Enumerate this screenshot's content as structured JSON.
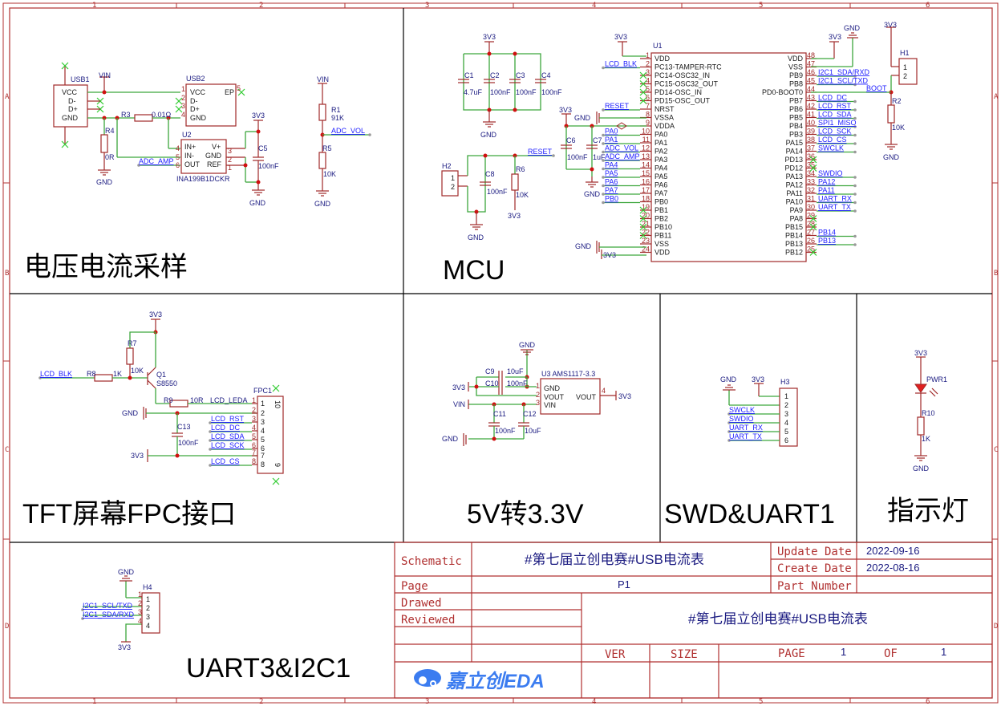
{
  "ruler": {
    "columns": [
      "1",
      "2",
      "3",
      "4",
      "5",
      "6"
    ],
    "rows": [
      "A",
      "B",
      "C",
      "D"
    ]
  },
  "sections": {
    "voltage_current": "电压电流采样",
    "mcu": "MCU",
    "tft": "TFT屏幕FPC接口",
    "ldo": "5V转3.3V",
    "swd": "SWD&UART1",
    "indicator": "指示灯",
    "uart3": "UART3&I2C1"
  },
  "power": {
    "vin": "VIN",
    "v3": "3V3",
    "gnd": "GND"
  },
  "sampling": {
    "usb1": {
      "ref": "USB1",
      "pins": [
        "VCC",
        "D-",
        "D+",
        "GND"
      ]
    },
    "usb2": {
      "ref": "USB2",
      "pins": [
        "VCC",
        "D-",
        "D+",
        "GND"
      ],
      "ep": "EP",
      "pin_nums": [
        "1",
        "2",
        "3",
        "4",
        "5"
      ]
    },
    "r3": {
      "ref": "R3",
      "value": "0.01Ω"
    },
    "r4": {
      "ref": "R4",
      "value": "0R"
    },
    "u2": {
      "ref": "U2",
      "part": "INA199B1DCKR",
      "left_pins": [
        "IN+",
        "IN-",
        "OUT"
      ],
      "right_pins": [
        "V+",
        "GND",
        "REF"
      ],
      "left_nums": [
        "4",
        "5",
        "6"
      ],
      "right_nums": [
        "3",
        "2",
        "1"
      ]
    },
    "c5": {
      "ref": "C5",
      "value": "100nF"
    },
    "adc_amp": "ADC_AMP",
    "r1": {
      "ref": "R1",
      "value": "91K"
    },
    "r5": {
      "ref": "R5",
      "value": "10K"
    },
    "adc_vol": "ADC_VOL"
  },
  "mcu": {
    "u1": "U1",
    "caps": [
      {
        "ref": "C1",
        "value": "4.7uF"
      },
      {
        "ref": "C2",
        "value": "100nF"
      },
      {
        "ref": "C3",
        "value": "100nF"
      },
      {
        "ref": "C4",
        "value": "100nF"
      }
    ],
    "c6": {
      "ref": "C6",
      "value": "100nF"
    },
    "c7": {
      "ref": "C7",
      "value": "1uF"
    },
    "c8": {
      "ref": "C8",
      "value": "100nF"
    },
    "r6": {
      "ref": "R6",
      "value": "10K"
    },
    "r2": {
      "ref": "R2",
      "value": "10K"
    },
    "h1": "H1",
    "h2": "H2",
    "reset": "RESET",
    "boot": "BOOT",
    "left_pins": [
      {
        "num": "1",
        "name": "VDD",
        "net": ""
      },
      {
        "num": "2",
        "name": "PC13-TAMPER-RTC",
        "net": "LCD_BLK"
      },
      {
        "num": "3",
        "name": "PC14-OSC32_IN",
        "net": ""
      },
      {
        "num": "4",
        "name": "PC15-OSC32_OUT",
        "net": ""
      },
      {
        "num": "5",
        "name": "PD14-OSC_IN",
        "net": ""
      },
      {
        "num": "6",
        "name": "PD15-OSC_OUT",
        "net": ""
      },
      {
        "num": "7",
        "name": "NRST",
        "net": "RESET"
      },
      {
        "num": "8",
        "name": "VSSA",
        "net": ""
      },
      {
        "num": "9",
        "name": "VDDA",
        "net": ""
      },
      {
        "num": "10",
        "name": "PA0",
        "net": "PA0"
      },
      {
        "num": "11",
        "name": "PA1",
        "net": "PA1"
      },
      {
        "num": "12",
        "name": "PA2",
        "net": "ADC_VOL"
      },
      {
        "num": "13",
        "name": "PA3",
        "net": "ADC_AMP"
      },
      {
        "num": "14",
        "name": "PA4",
        "net": "PA4"
      },
      {
        "num": "15",
        "name": "PA5",
        "net": "PA5"
      },
      {
        "num": "16",
        "name": "PA6",
        "net": "PA6"
      },
      {
        "num": "17",
        "name": "PA7",
        "net": "PA7"
      },
      {
        "num": "18",
        "name": "PB0",
        "net": "PB0"
      },
      {
        "num": "19",
        "name": "PB1",
        "net": ""
      },
      {
        "num": "20",
        "name": "PB2",
        "net": ""
      },
      {
        "num": "21",
        "name": "PB10",
        "net": ""
      },
      {
        "num": "22",
        "name": "PB11",
        "net": ""
      },
      {
        "num": "23",
        "name": "VSS",
        "net": ""
      },
      {
        "num": "24",
        "name": "VDD",
        "net": ""
      }
    ],
    "right_pins": [
      {
        "num": "48",
        "name": "VDD",
        "net": ""
      },
      {
        "num": "47",
        "name": "VSS",
        "net": ""
      },
      {
        "num": "46",
        "name": "PB9",
        "net": "I2C1_SDA/RXD"
      },
      {
        "num": "45",
        "name": "PB8",
        "net": "I2C1_SCL/TXD"
      },
      {
        "num": "44",
        "name": "PD0-BOOT0",
        "net": ""
      },
      {
        "num": "43",
        "name": "PB7",
        "net": "LCD_DC"
      },
      {
        "num": "42",
        "name": "PB6",
        "net": "LCD_RST"
      },
      {
        "num": "41",
        "name": "PB5",
        "net": "LCD_SDA"
      },
      {
        "num": "40",
        "name": "PB4",
        "net": "SPI1_MISO"
      },
      {
        "num": "39",
        "name": "PB3",
        "net": "LCD_SCK"
      },
      {
        "num": "38",
        "name": "PA15",
        "net": "LCD_CS"
      },
      {
        "num": "37",
        "name": "PA14",
        "net": "SWCLK"
      },
      {
        "num": "36",
        "name": "PD13",
        "net": ""
      },
      {
        "num": "35",
        "name": "PD12",
        "net": ""
      },
      {
        "num": "34",
        "name": "PA13",
        "net": "SWDIO"
      },
      {
        "num": "33",
        "name": "PA12",
        "net": "PA12"
      },
      {
        "num": "32",
        "name": "PA11",
        "net": "PA11"
      },
      {
        "num": "31",
        "name": "PA10",
        "net": "UART_RX"
      },
      {
        "num": "30",
        "name": "PA9",
        "net": "UART_TX"
      },
      {
        "num": "29",
        "name": "PA8",
        "net": ""
      },
      {
        "num": "28",
        "name": "PB15",
        "net": ""
      },
      {
        "num": "27",
        "name": "PB14",
        "net": "PB14"
      },
      {
        "num": "26",
        "name": "PB13",
        "net": "PB13"
      },
      {
        "num": "25",
        "name": "PB12",
        "net": ""
      }
    ]
  },
  "tft": {
    "r7": {
      "ref": "R7",
      "value": "10K"
    },
    "r8": {
      "ref": "R8",
      "value": "1K"
    },
    "r9": {
      "ref": "R9",
      "value": "10R"
    },
    "q1": {
      "ref": "Q1",
      "value": "S8550"
    },
    "c13": {
      "ref": "C13",
      "value": "100nF"
    },
    "fpc": "FPC1",
    "lcd_blk": "LCD_BLK",
    "nets": [
      "LCD_LEDA",
      "",
      "LCD_RST",
      "LCD_DC",
      "LCD_SDA",
      "LCD_SCK",
      "",
      "LCD_CS"
    ],
    "pins": [
      "1",
      "2",
      "3",
      "4",
      "5",
      "6",
      "7",
      "8"
    ],
    "extra_pins": [
      "10",
      "9"
    ]
  },
  "ldo": {
    "u3": "U3 AMS1117-3.3",
    "pins_left": [
      {
        "num": "1",
        "name": "GND"
      },
      {
        "num": "2",
        "name": "VOUT"
      },
      {
        "num": "3",
        "name": "VIN"
      }
    ],
    "pin_right": {
      "num": "4",
      "name": "VOUT"
    },
    "c9": {
      "ref": "C9",
      "value": "10uF"
    },
    "c10": {
      "ref": "C10",
      "value": "100nF"
    },
    "c11": {
      "ref": "C11",
      "value": "100nF"
    },
    "c12": {
      "ref": "C12",
      "value": "10uF"
    }
  },
  "swd": {
    "h3": "H3",
    "nets": [
      "SWCLK",
      "SWDIO",
      "UART_RX",
      "UART_TX"
    ],
    "pins": [
      "1",
      "2",
      "3",
      "4",
      "5",
      "6"
    ]
  },
  "indicator": {
    "led": "PWR1",
    "r10": {
      "ref": "R10",
      "value": "1K"
    }
  },
  "uart3": {
    "h4": "H4",
    "nets": [
      "I2C1_SCL/TXD",
      "I2C1_SDA/RXD"
    ],
    "pins": [
      "1",
      "2",
      "3",
      "4"
    ]
  },
  "title_block": {
    "schematic_label": "Schematic",
    "title": "#第七届立创电赛#USB电流表",
    "update_date_label": "Update Date",
    "update_date": "2022-09-16",
    "create_date_label": "Create Date",
    "create_date": "2022-08-16",
    "page_label": "Page",
    "page_value": "P1",
    "part_number_label": "Part Number",
    "drawed_label": "Drawed",
    "reviewed_label": "Reviewed",
    "ver_label": "VER",
    "size_label": "SIZE",
    "page_num_label": "PAGE",
    "page_num": "1",
    "of_label": "OF",
    "page_total": "1",
    "logo_text": "嘉立创EDA",
    "logo_color": "#3b7cf0"
  }
}
